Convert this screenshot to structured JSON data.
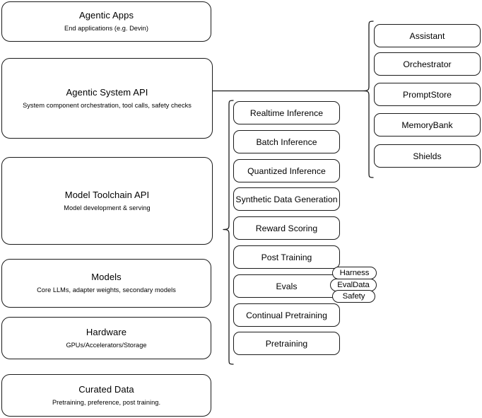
{
  "diagram": {
    "type": "layered-stack-diagram",
    "background_color": "#ffffff",
    "stroke_color": "#1a1a1a"
  },
  "layers": [
    {
      "id": "agentic-apps",
      "title": "Agentic Apps",
      "subtitle": "End applications (e.g. Devin)"
    },
    {
      "id": "agentic-system-api",
      "title": "Agentic System API",
      "subtitle": "System component orchestration, tool calls, safety checks"
    },
    {
      "id": "model-toolchain-api",
      "title": "Model Toolchain API",
      "subtitle": "Model development & serving"
    },
    {
      "id": "models",
      "title": "Models",
      "subtitle": "Core LLMs, adapter weights, secondary models"
    },
    {
      "id": "hardware",
      "title": "Hardware",
      "subtitle": "GPUs/Accelerators/Storage"
    },
    {
      "id": "curated-data",
      "title": "Curated Data",
      "subtitle": "Pretraining, preference, post training."
    }
  ],
  "toolchain_components": [
    {
      "id": "realtime-inference",
      "label": "Realtime Inference"
    },
    {
      "id": "batch-inference",
      "label": "Batch Inference"
    },
    {
      "id": "quantized-inference",
      "label": "Quantized Inference"
    },
    {
      "id": "synthetic-data-generation",
      "label": "Synthetic Data Generation"
    },
    {
      "id": "reward-scoring",
      "label": "Reward Scoring"
    },
    {
      "id": "post-training",
      "label": "Post Training"
    },
    {
      "id": "evals",
      "label": "Evals"
    },
    {
      "id": "continual-pretraining",
      "label": "Continual Pretraining"
    },
    {
      "id": "pretraining",
      "label": "Pretraining"
    }
  ],
  "system_components": [
    {
      "id": "assistant",
      "label": "Assistant"
    },
    {
      "id": "orchestrator",
      "label": "Orchestrator"
    },
    {
      "id": "promptstore",
      "label": "PromptStore"
    },
    {
      "id": "memorybank",
      "label": "MemoryBank"
    },
    {
      "id": "shields",
      "label": "Shields"
    }
  ],
  "evals_badges": [
    {
      "id": "harness",
      "label": "Harness"
    },
    {
      "id": "evaldata",
      "label": "EvalData"
    },
    {
      "id": "safety",
      "label": "Safety"
    }
  ]
}
